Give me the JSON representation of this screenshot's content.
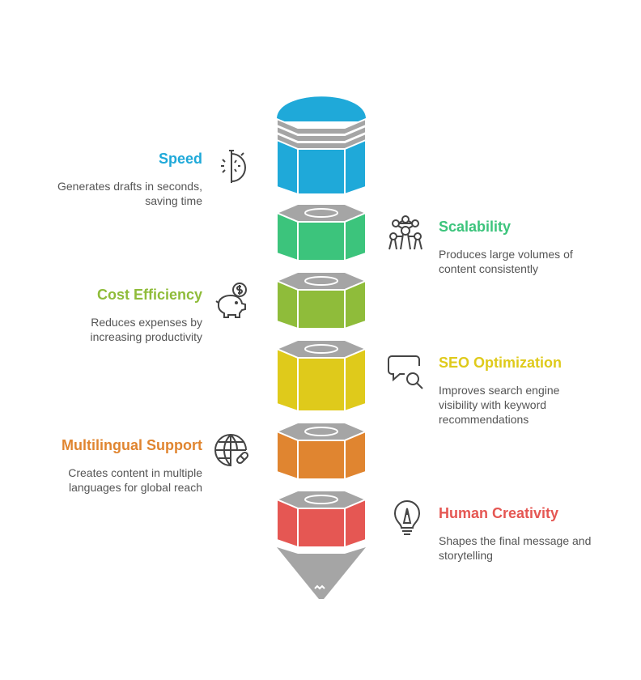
{
  "diagram": {
    "column_colors": [
      "#1fa9d9",
      "#3cc47c",
      "#8fbc3a",
      "#dfca1b",
      "#e08530",
      "#e55753"
    ],
    "gray": "#a5a5a5",
    "items": [
      {
        "title": "Speed",
        "desc_lines": [
          "Generates drafts in seconds,",
          "saving time"
        ],
        "color": "#1fa9d9",
        "icon": "stopwatch-icon",
        "side": "left"
      },
      {
        "title": "Scalability",
        "desc_lines": [
          "Produces large volumes of",
          "content consistently"
        ],
        "color": "#3cc47c",
        "icon": "network-icon",
        "side": "right"
      },
      {
        "title": "Cost Efficiency",
        "desc_lines": [
          "Reduces expenses by",
          "increasing productivity"
        ],
        "color": "#8fbc3a",
        "icon": "piggy-bank-icon",
        "side": "left"
      },
      {
        "title": "SEO Optimization",
        "desc_lines": [
          "Improves search engine",
          "visibility with keyword",
          "recommendations"
        ],
        "color": "#dfca1b",
        "icon": "search-chat-icon",
        "side": "right"
      },
      {
        "title": "Multilingual Support",
        "desc_lines": [
          "Creates content in multiple",
          "languages for global reach"
        ],
        "color": "#e08530",
        "icon": "globe-icon",
        "side": "left"
      },
      {
        "title": "Human Creativity",
        "desc_lines": [
          "Shapes the final message and",
          "storytelling"
        ],
        "color": "#e55753",
        "icon": "pen-bulb-icon",
        "side": "right"
      }
    ]
  }
}
